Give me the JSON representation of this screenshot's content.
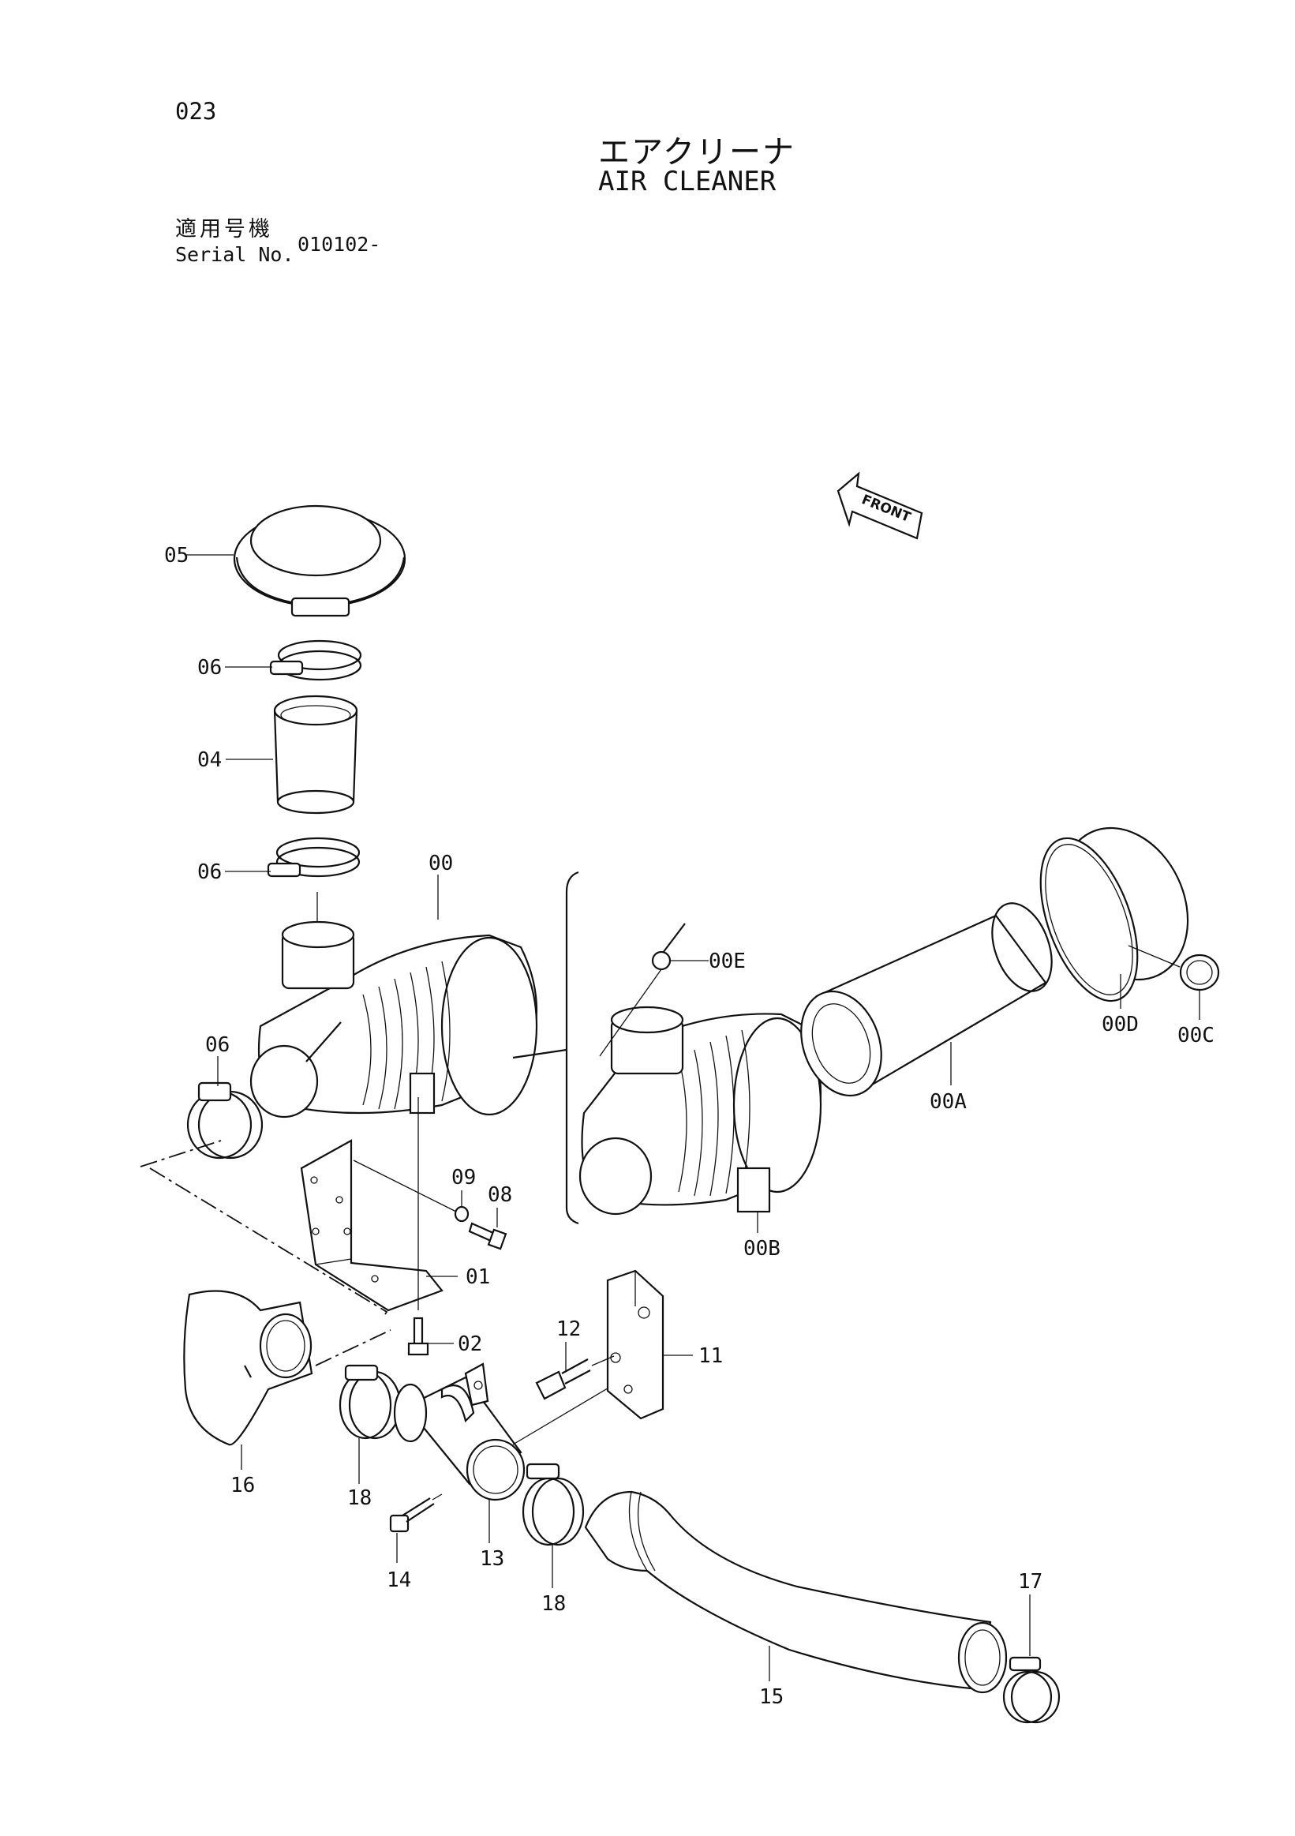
{
  "header": {
    "page_number": "023",
    "title_jp": "エアクリーナ",
    "title_en": "AIR CLEANER",
    "serial_label_jp": "適用号機",
    "serial_label_en": "Serial No.",
    "serial_value": "010102-"
  },
  "front_indicator": "FRONT",
  "part_labels": {
    "p05": "05",
    "p06a": "06",
    "p04": "04",
    "p06b": "06",
    "p00": "00",
    "p06c": "06",
    "p00E": "00E",
    "p00D": "00D",
    "p00C": "00C",
    "p00A": "00A",
    "p00B": "00B",
    "p09": "09",
    "p08": "08",
    "p01": "01",
    "p02": "02",
    "p12": "12",
    "p11": "11",
    "p16": "16",
    "p18a": "18",
    "p14": "14",
    "p13": "13",
    "p18b": "18",
    "p15": "15",
    "p17": "17"
  }
}
